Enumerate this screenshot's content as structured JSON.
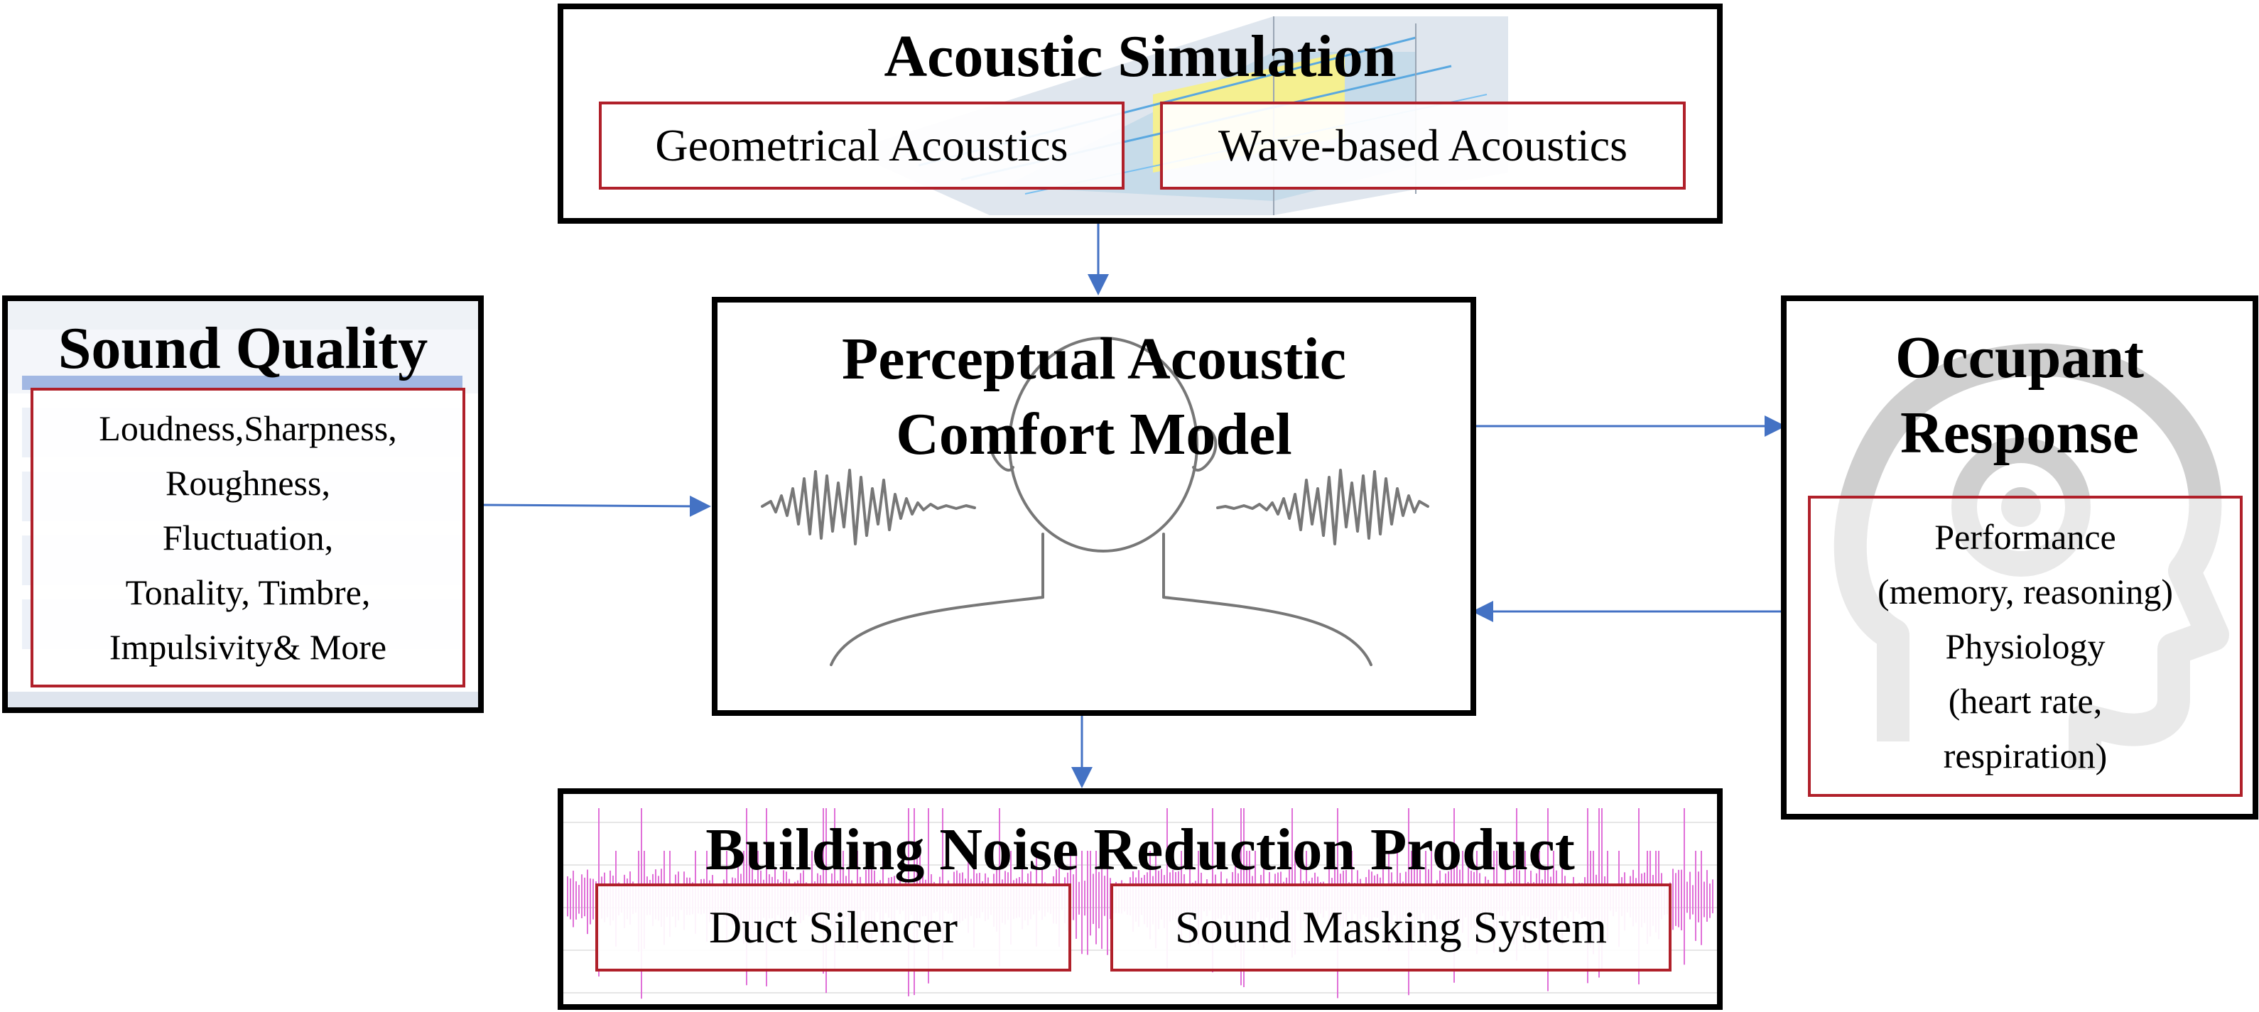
{
  "acoustic_simulation": {
    "title": "Acoustic Simulation",
    "items": [
      "Geometrical Acoustics",
      "Wave-based Acoustics"
    ]
  },
  "sound_quality": {
    "title": "Sound Quality",
    "lines": [
      "Loudness,Sharpness,",
      "Roughness,",
      "Fluctuation,",
      "Tonality, Timbre,",
      "Impulsivity& More"
    ]
  },
  "center_model": {
    "title_lines": [
      "Perceptual Acoustic",
      "Comfort Model"
    ]
  },
  "occupant_response": {
    "title_lines": [
      "Occupant",
      "Response"
    ],
    "lines": [
      "Performance",
      "(memory, reasoning)",
      "Physiology",
      "(heart rate,",
      "respiration)"
    ]
  },
  "noise_reduction": {
    "title": "Building Noise Reduction Product",
    "items": [
      "Duct Silencer",
      "Sound Masking System"
    ]
  },
  "colors": {
    "arrow": "#4472c4",
    "box_border": "#000000",
    "sub_border": "#b0202a",
    "waveform": "#e070d8"
  }
}
